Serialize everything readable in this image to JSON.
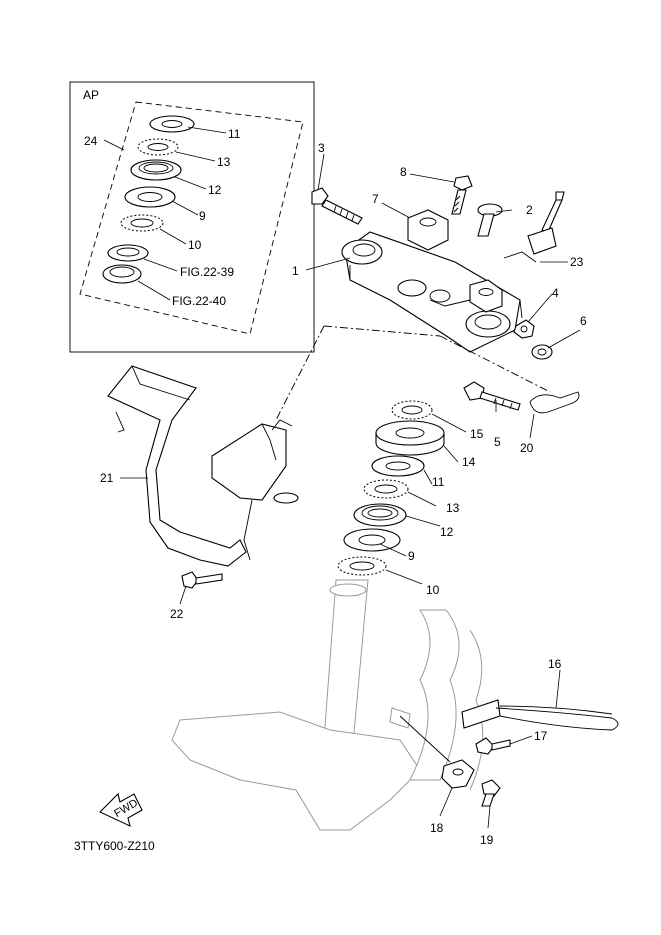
{
  "inset": {
    "title": "AP"
  },
  "callouts": {
    "p1": "1",
    "p2": "2",
    "p3": "3",
    "p4": "4",
    "p5": "5",
    "p6": "6",
    "p7": "7",
    "p8": "8",
    "p9": "9",
    "p9b": "9",
    "p10": "10",
    "p10b": "10",
    "p11": "11",
    "p11b": "11",
    "p12": "12",
    "p12b": "12",
    "p13": "13",
    "p13b": "13",
    "p14": "14",
    "p15": "15",
    "p16": "16",
    "p17": "17",
    "p18": "18",
    "p19": "19",
    "p20": "20",
    "p21": "21",
    "p22": "22",
    "p23": "23",
    "p24": "24"
  },
  "references": {
    "fig_a": "FIG.22-39",
    "fig_b": "FIG.22-40"
  },
  "direction_marker": "FWD",
  "drawing_code": "3TTY600-Z210"
}
